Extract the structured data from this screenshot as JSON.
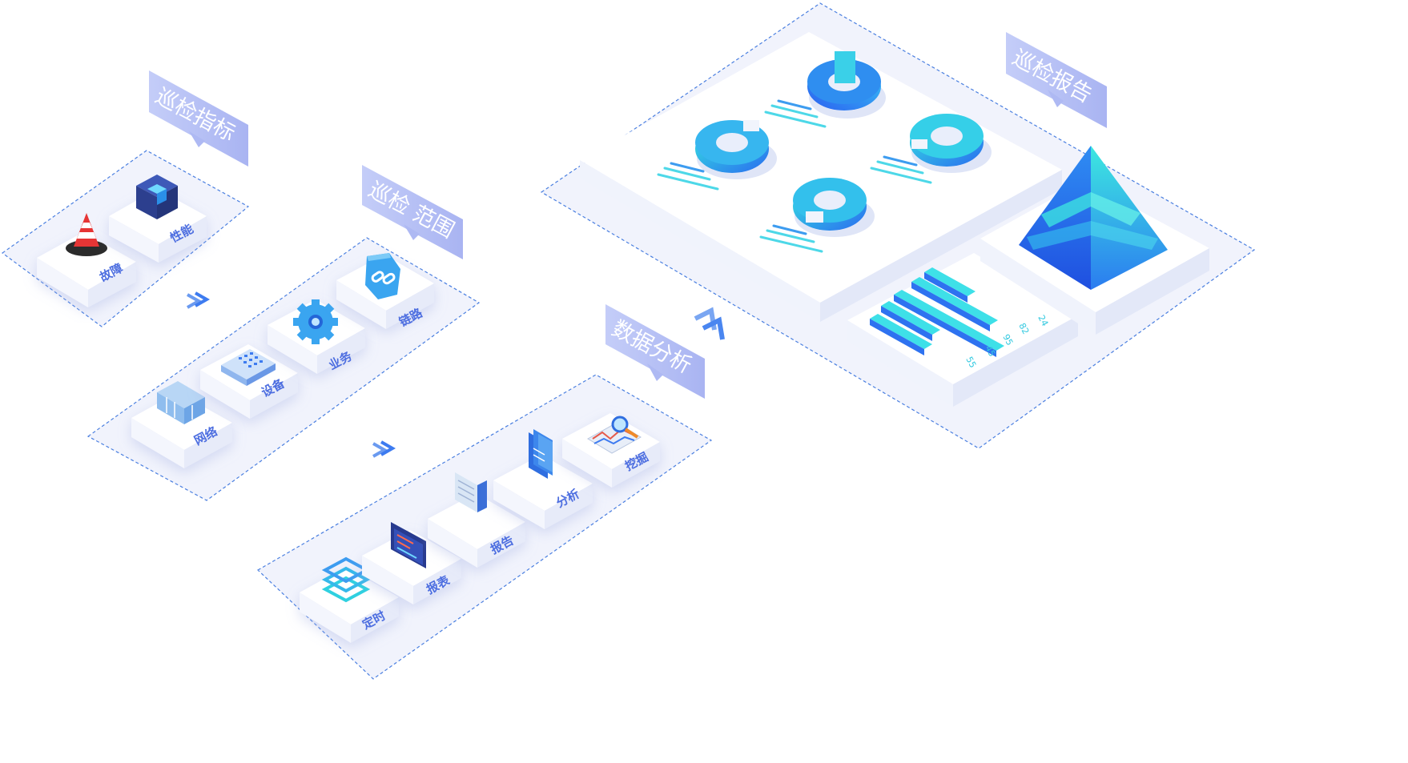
{
  "colors": {
    "accent": "#3d7bf0",
    "accent_light": "#35e6e0",
    "panel": "#f1f3fc",
    "dash": "#4a7fe0",
    "tag_bg": "#b7c3f5",
    "tag_text": "#ffffff",
    "block_text": "#4d6ee0"
  },
  "stage1": {
    "tag": "巡检指标",
    "items": [
      {
        "label": "故障",
        "icon": "traffic-cone-icon"
      },
      {
        "label": "性能",
        "icon": "cube-chip-icon"
      }
    ]
  },
  "stage2": {
    "tag": "巡检 范围",
    "items": [
      {
        "label": "网络",
        "icon": "server-rack-icon"
      },
      {
        "label": "设备",
        "icon": "network-device-icon"
      },
      {
        "label": "业务",
        "icon": "gear-icon"
      },
      {
        "label": "链路",
        "icon": "link-icon"
      }
    ]
  },
  "stage3": {
    "tag": "数据分析",
    "items": [
      {
        "label": "定时",
        "icon": "layers-icon"
      },
      {
        "label": "报表",
        "icon": "dashboard-screen-icon"
      },
      {
        "label": "报告",
        "icon": "document-icon"
      },
      {
        "label": "分析",
        "icon": "file-stack-icon"
      },
      {
        "label": "挖掘",
        "icon": "magnifier-chart-icon"
      }
    ]
  },
  "stage4": {
    "tag": "巡检报告",
    "bar_labels": [
      "24",
      "82",
      "95",
      "45",
      "55"
    ]
  },
  "arrow_icon": "double-chevron-icon"
}
